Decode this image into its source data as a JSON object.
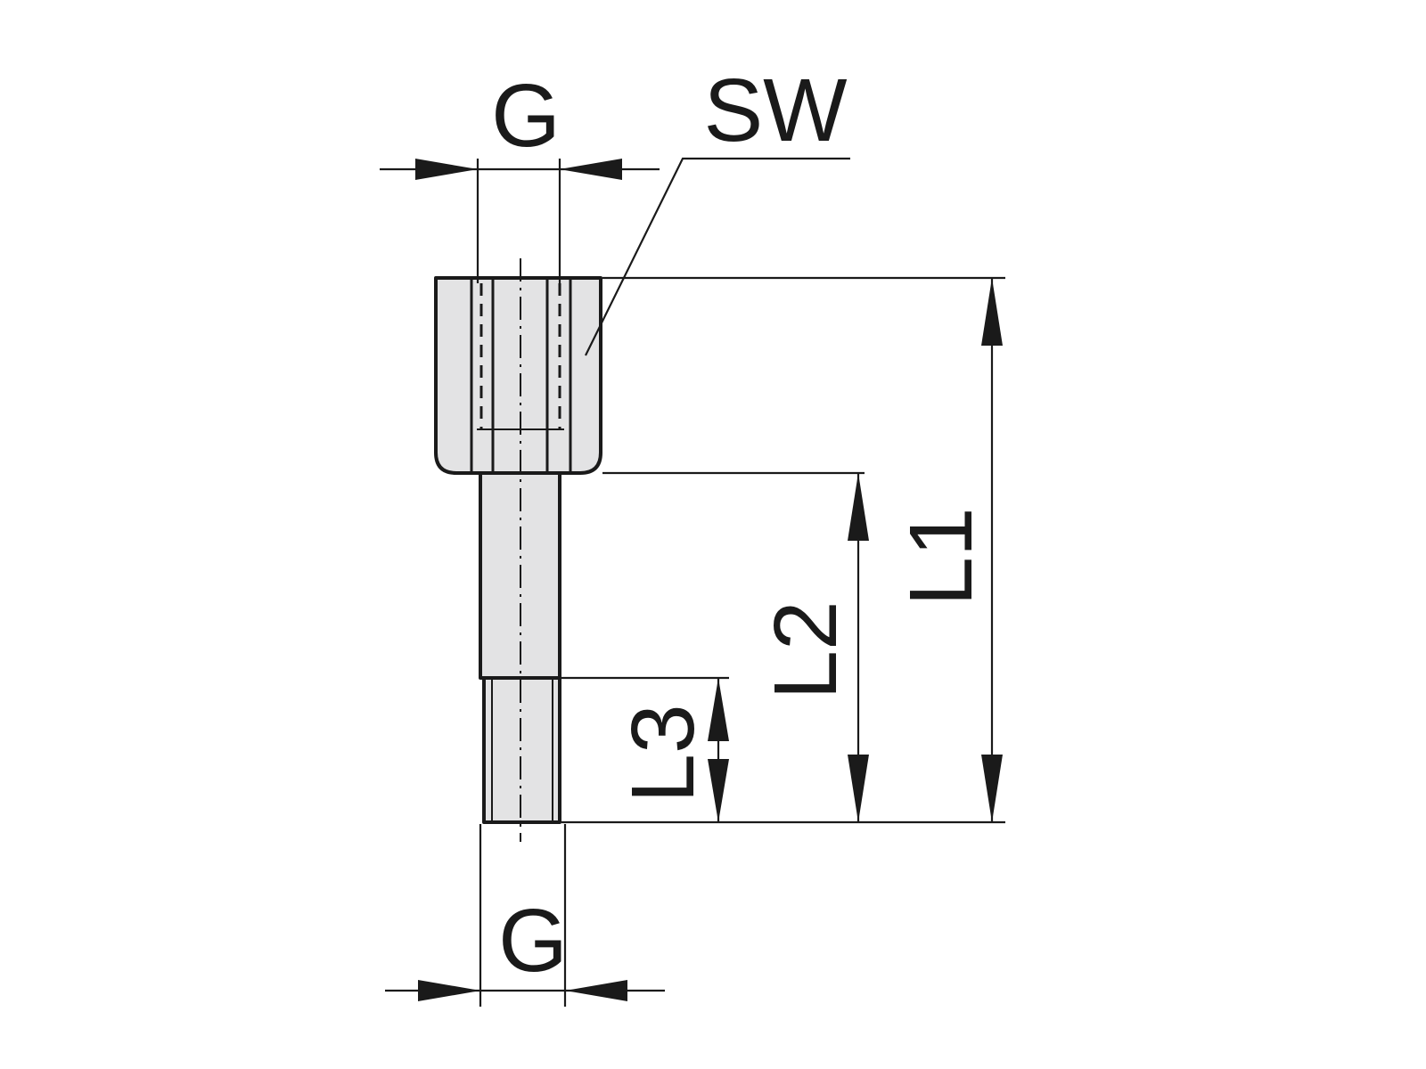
{
  "labels": {
    "thread_top": "G",
    "wrench_size": "SW",
    "thread_bottom": "G",
    "length_total": "L1",
    "length_shaft": "L2",
    "length_thread": "L3"
  },
  "colors": {
    "part_fill": "#e3e3e4",
    "line": "#1a1a1a",
    "background": "#ffffff"
  }
}
